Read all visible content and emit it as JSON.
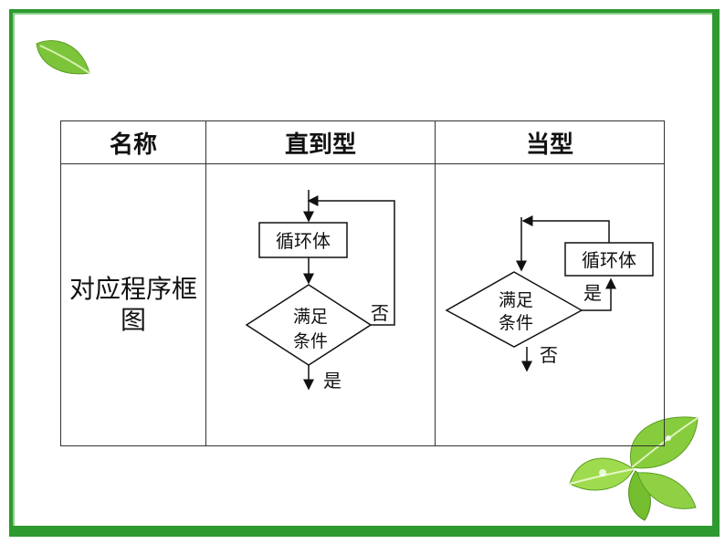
{
  "table": {
    "headers": [
      "名称",
      "直到型",
      "当型"
    ],
    "row_label_line1": "对应程序框",
    "row_label_line2": "图"
  },
  "until_loop": {
    "body": "循环体",
    "cond_line1": "满足",
    "cond_line2": "条件",
    "no": "否",
    "yes": "是"
  },
  "while_loop": {
    "body": "循环体",
    "cond_line1": "满足",
    "cond_line2": "条件",
    "yes": "是",
    "no": "否"
  },
  "colors": {
    "frame": "#2f9a2f",
    "leaf": "#7cc43a"
  }
}
